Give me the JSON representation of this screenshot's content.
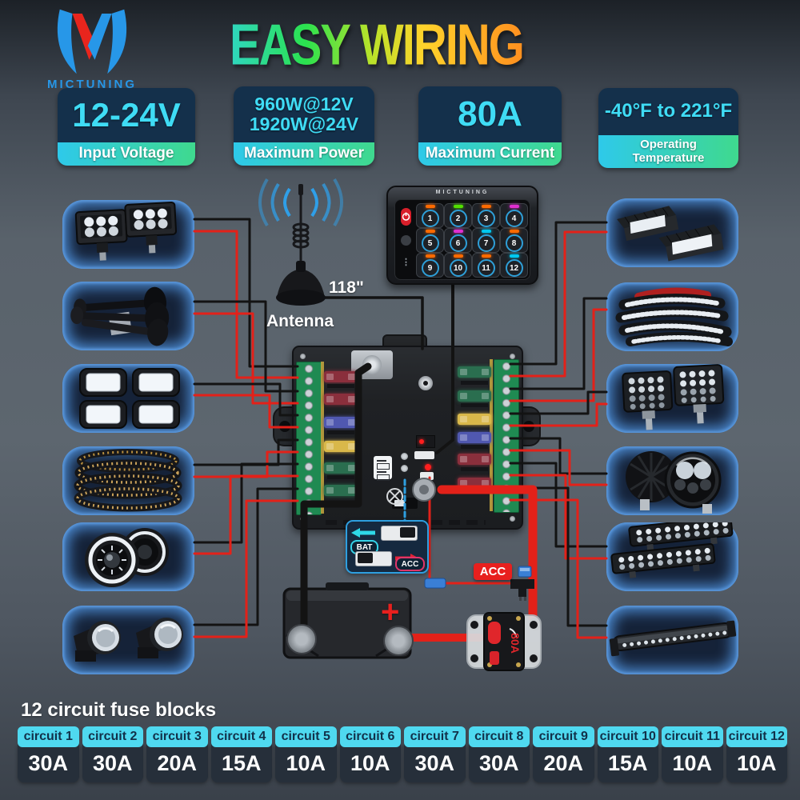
{
  "brand": {
    "name": "MICTUNING"
  },
  "header": {
    "title": "EASY WIRING"
  },
  "badges": [
    {
      "value": "12-24V",
      "label": "Input Voltage"
    },
    {
      "value": "960W@12V",
      "value2": "1920W@24V",
      "label": "Maximum Power"
    },
    {
      "value": "80A",
      "label": "Maximum Current"
    },
    {
      "value": "-40°F to 221°F",
      "label": "Operating",
      "label2": "Temperature"
    }
  ],
  "diagram": {
    "antenna": {
      "length": "118\"",
      "label": "Antenna"
    },
    "panel": {
      "brand": "MICTUNING",
      "buttons": [
        "1",
        "2",
        "3",
        "4",
        "5",
        "6",
        "7",
        "8",
        "9",
        "10",
        "11",
        "12"
      ],
      "led_colors": [
        "#ff6a00",
        "#52e000",
        "#ff6a00",
        "#e02fd0",
        "#ff6a00",
        "#e02fd0",
        "#00c8f0",
        "#ff6a00",
        "#ff6a00",
        "#ff6a00",
        "#ff6a00",
        "#00c8f0"
      ]
    },
    "selector": {
      "bat": "BAT",
      "acc": "ACC"
    },
    "acc_tag": "ACC",
    "battery_positive": "+",
    "breaker_label": "80A",
    "wire_colors": {
      "positive": "#e32119",
      "ground": "#131313",
      "signal": "#2e9fe0"
    },
    "fuse_colors_left": [
      "#8a2f3c",
      "#8a2f3c",
      "#5058b0",
      "#d9b84a",
      "#2a6e4f",
      "#2a6e4f"
    ],
    "fuse_colors_right": [
      "#2a6e4f",
      "#2a6e4f",
      "#d9b84a",
      "#5058b0",
      "#8a2f3c",
      "#8a2f3c"
    ]
  },
  "products": {
    "left": [
      "led-pod-lights",
      "train-air-horn",
      "rock-lights",
      "wheel-ring-lights",
      "halo-headlights",
      "fog-lights"
    ],
    "right": [
      "flood-lights",
      "led-strip-light",
      "quad-row-pod-lights",
      "round-driving-lights",
      "dual-row-light-bars",
      "single-row-light-bar"
    ]
  },
  "fuse_table": {
    "title": "12 circuit fuse blocks",
    "circuits": [
      {
        "name": "circuit 1",
        "amps": "30A"
      },
      {
        "name": "circuit 2",
        "amps": "30A"
      },
      {
        "name": "circuit 3",
        "amps": "20A"
      },
      {
        "name": "circuit 4",
        "amps": "15A"
      },
      {
        "name": "circuit 5",
        "amps": "10A"
      },
      {
        "name": "circuit 6",
        "amps": "10A"
      },
      {
        "name": "circuit 7",
        "amps": "30A"
      },
      {
        "name": "circuit 8",
        "amps": "30A"
      },
      {
        "name": "circuit 9",
        "amps": "20A"
      },
      {
        "name": "circuit 10",
        "amps": "15A"
      },
      {
        "name": "circuit 11",
        "amps": "10A"
      },
      {
        "name": "circuit 12",
        "amps": "10A"
      }
    ]
  }
}
